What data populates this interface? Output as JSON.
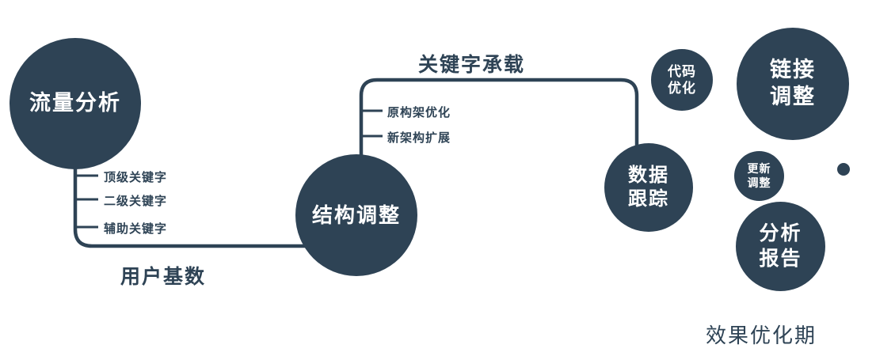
{
  "colors": {
    "primary": "#2e4355",
    "text_on_node": "#ffffff",
    "background": "#ffffff"
  },
  "nodes": {
    "traffic_analysis": {
      "label": "流量分析"
    },
    "structure_adjust": {
      "label": "结构调整"
    },
    "data_tracking": {
      "line1": "数据",
      "line2": "跟踪"
    },
    "code_optimization": {
      "line1": "代码",
      "line2": "优化"
    },
    "link_adjustment": {
      "line1": "链接",
      "line2": "调整"
    },
    "update_adjustment": {
      "line1": "更新",
      "line2": "调整"
    },
    "analysis_report": {
      "line1": "分析",
      "line2": "报告"
    }
  },
  "edge_labels": {
    "user_base": "用户基数",
    "keyword_bearing": "关键字承载"
  },
  "branch_labels": {
    "traffic": [
      "顶级关键字",
      "二级关键字",
      "辅助关键字"
    ],
    "structure": [
      "原构架优化",
      "新架构扩展"
    ]
  },
  "caption": "效果优化期"
}
